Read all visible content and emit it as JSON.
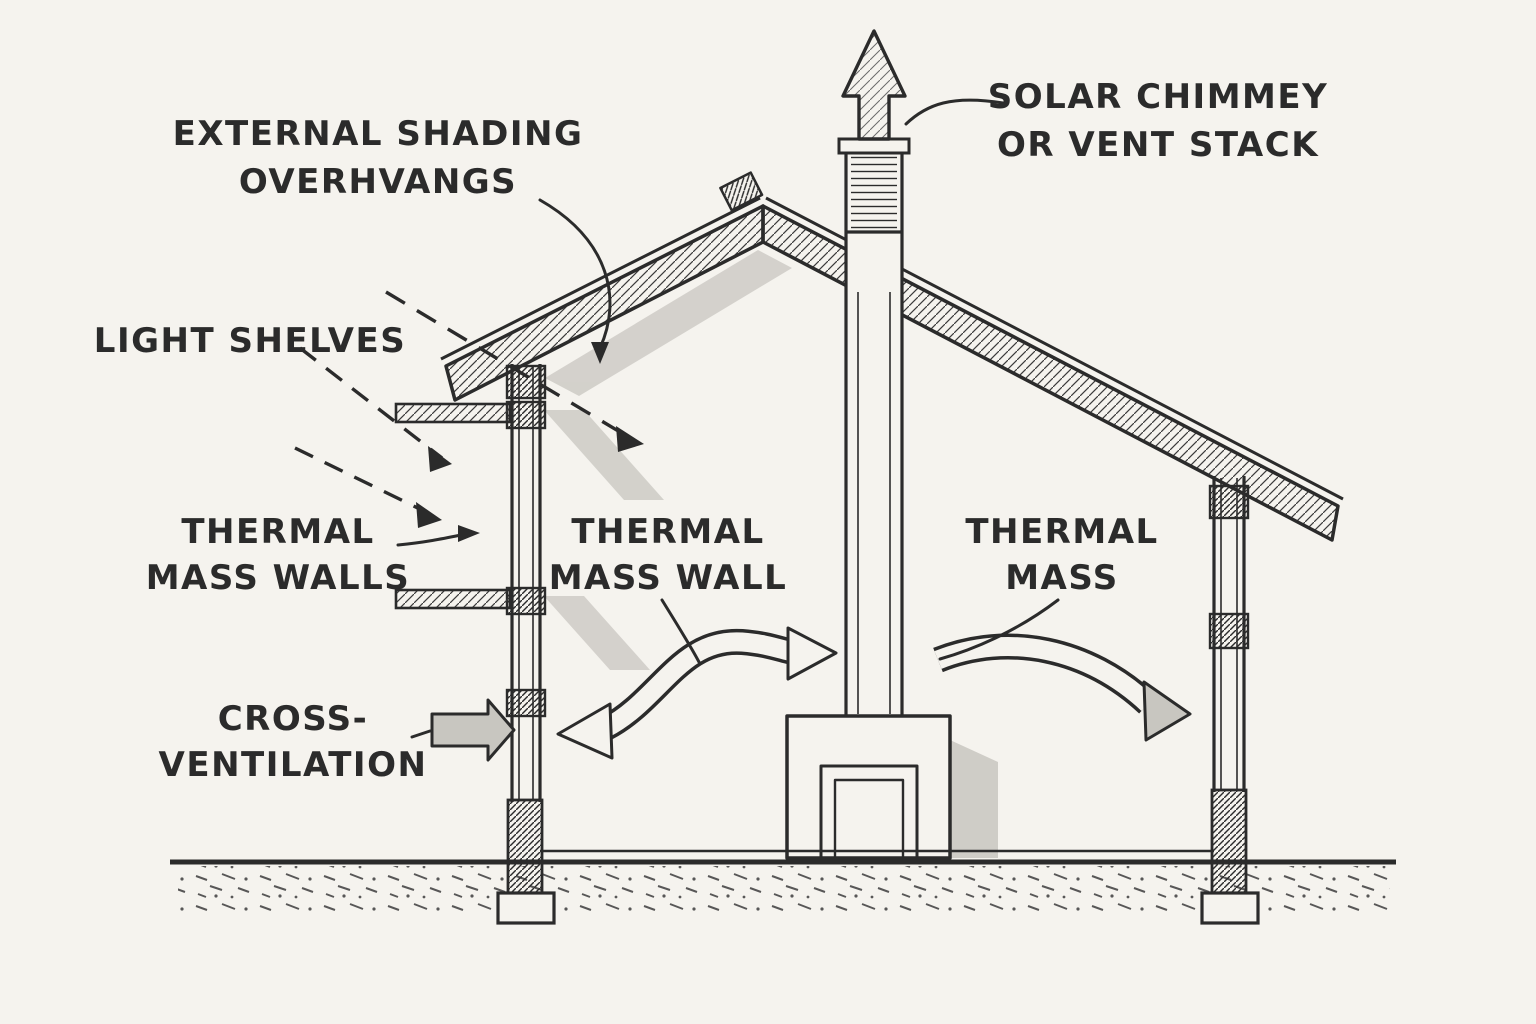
{
  "title": "Passive solar house cross-section diagram",
  "colors": {
    "background": "#f5f3ee",
    "ink": "#2b2b2b",
    "shadow_gray": "#c8c6c0"
  },
  "labels": {
    "external_shading": {
      "line1": "EXTERNAL SHADING",
      "line2": "OVERHVANGS"
    },
    "solar_chimney": {
      "line1": "SOLAR CHIMMEY",
      "line2": "OR VENT STACK"
    },
    "light_shelves": {
      "line1": "LIGHT SHELVES"
    },
    "thermal_mass_walls": {
      "line1": "THERMAL",
      "line2": "MASS WALLS"
    },
    "thermal_mass_wall": {
      "line1": "THERMAL",
      "line2": "MASS WALL"
    },
    "thermal_mass": {
      "line1": "THERMAL",
      "line2": "MASS"
    },
    "cross_ventilation": {
      "line1": "CROSS-",
      "line2": "VENTILATION"
    }
  }
}
